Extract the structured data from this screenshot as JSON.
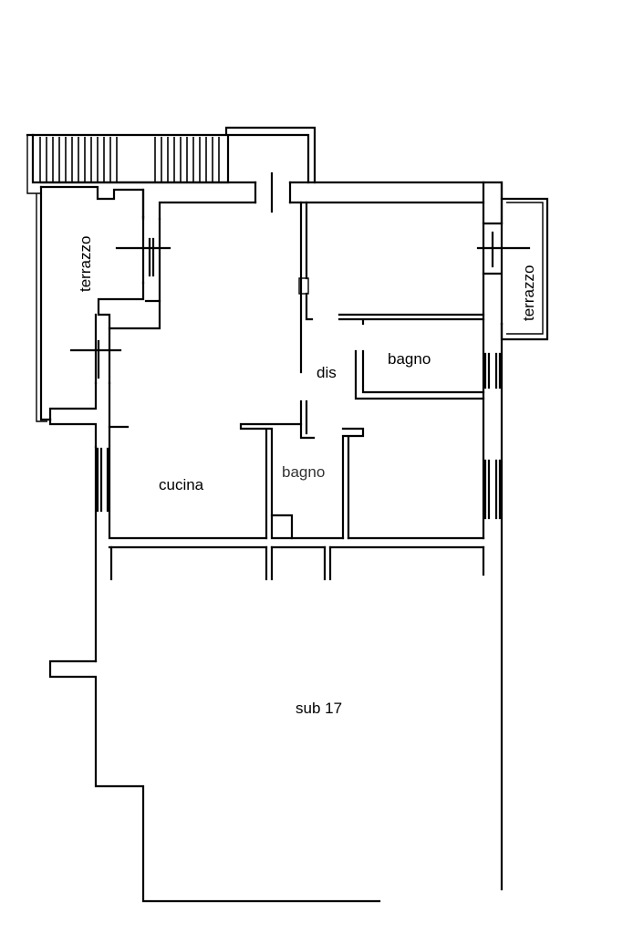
{
  "rooms": {
    "terrazzo_left": "terrazzo",
    "terrazzo_right": "terrazzo",
    "dis": "dis",
    "bagno_upper": "bagno",
    "bagno_lower": "bagno",
    "cucina": "cucina",
    "sub": "sub 17"
  },
  "colors": {
    "line": "#000000",
    "background": "#ffffff"
  }
}
